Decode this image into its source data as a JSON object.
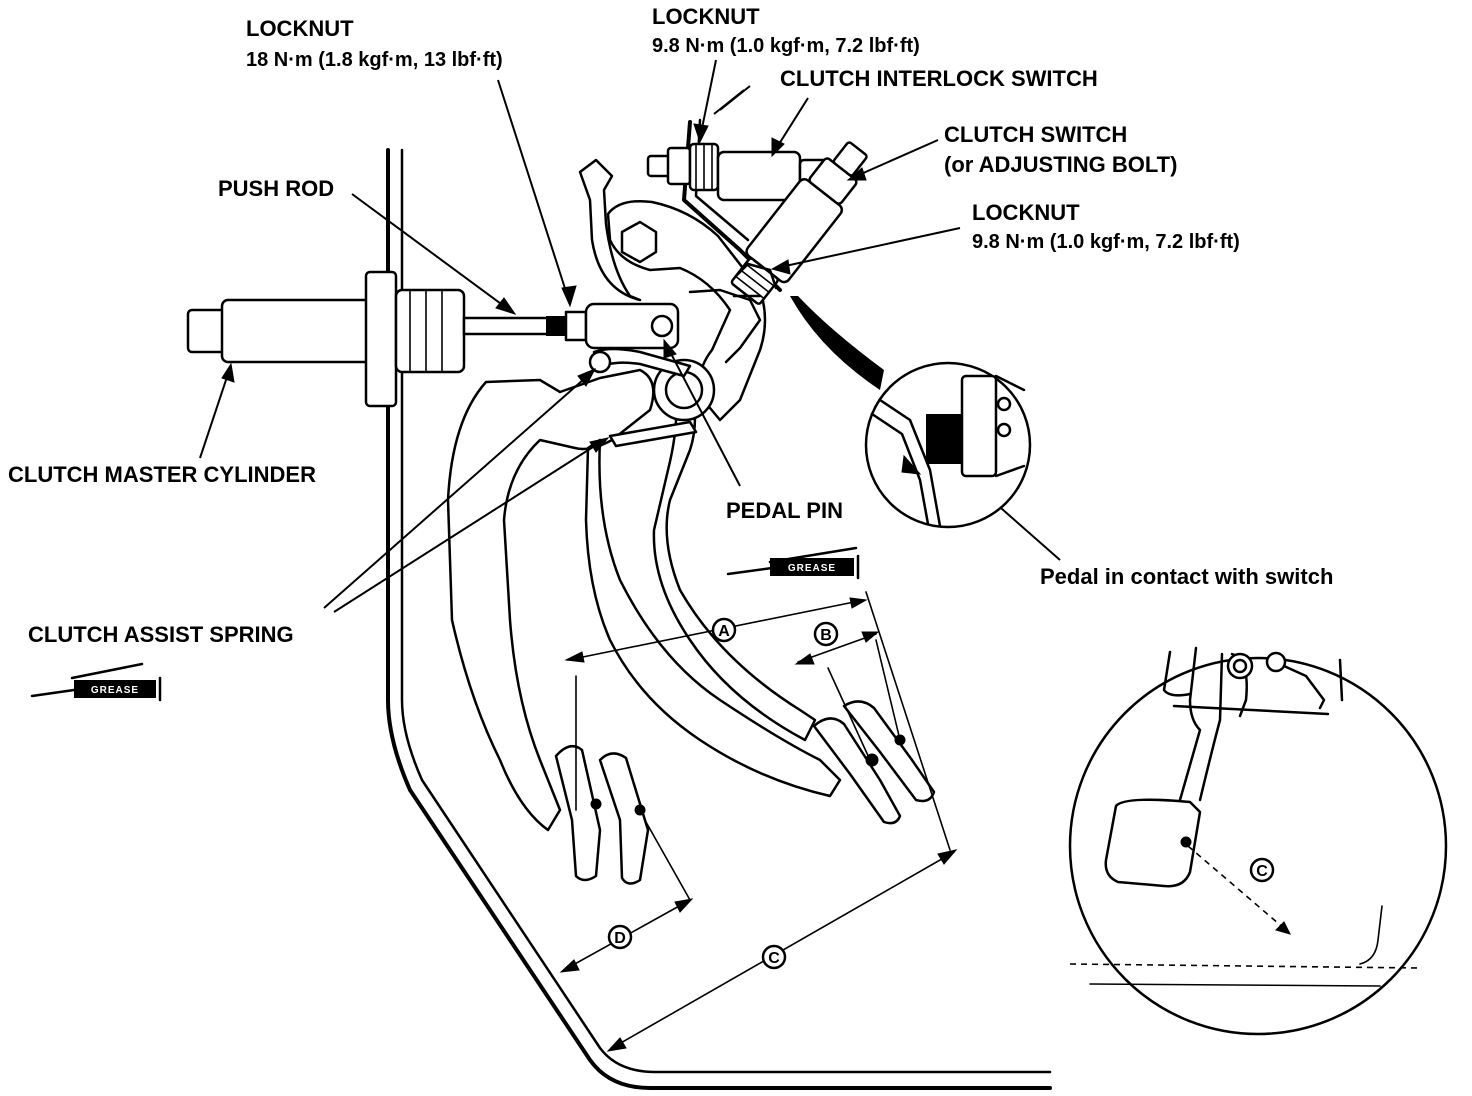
{
  "labels": {
    "locknut_push_rod_title": "LOCKNUT",
    "locknut_push_rod_torque": "18 N·m (1.8 kgf·m, 13 lbf·ft)",
    "locknut_interlock_title": "LOCKNUT",
    "locknut_interlock_torque": "9.8 N·m (1.0 kgf·m, 7.2 lbf·ft)",
    "clutch_interlock_switch": "CLUTCH INTERLOCK SWITCH",
    "clutch_switch_line1": "CLUTCH SWITCH",
    "clutch_switch_line2": "(or ADJUSTING BOLT)",
    "locknut_switch_title": "LOCKNUT",
    "locknut_switch_torque": "9.8 N·m (1.0 kgf·m, 7.2 lbf·ft)",
    "push_rod": "PUSH ROD",
    "clutch_master_cylinder": "CLUTCH MASTER CYLINDER",
    "pedal_pin": "PEDAL PIN",
    "pedal_contact": "Pedal in contact with switch",
    "clutch_assist_spring": "CLUTCH ASSIST SPRING",
    "grease_pedal_pin": "GREASE",
    "grease_assist_spring": "GREASE"
  },
  "dimension_marks": {
    "a": "A",
    "b": "B",
    "c": "C",
    "d": "D",
    "c_detail": "C"
  },
  "icons": {
    "grease_gun_pedal_pin": "grease-gun-icon",
    "grease_gun_assist_spring": "grease-gun-icon"
  }
}
